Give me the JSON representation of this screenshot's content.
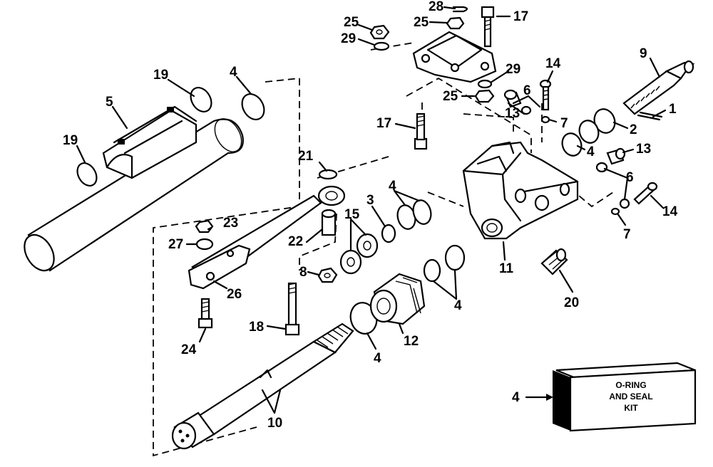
{
  "callouts": [
    {
      "id": "c28",
      "text": "28"
    },
    {
      "id": "c17a",
      "text": "17"
    },
    {
      "id": "c25a",
      "text": "25"
    },
    {
      "id": "c25b",
      "text": "25"
    },
    {
      "id": "c29a",
      "text": "29"
    },
    {
      "id": "c9",
      "text": "9"
    },
    {
      "id": "c14a",
      "text": "14"
    },
    {
      "id": "c19a",
      "text": "19"
    },
    {
      "id": "c4a",
      "text": "4"
    },
    {
      "id": "c29b",
      "text": "29"
    },
    {
      "id": "c6a",
      "text": "6"
    },
    {
      "id": "c25c",
      "text": "25"
    },
    {
      "id": "c13a",
      "text": "13"
    },
    {
      "id": "c1",
      "text": "1"
    },
    {
      "id": "c5",
      "text": "5"
    },
    {
      "id": "c17b",
      "text": "17"
    },
    {
      "id": "c7a",
      "text": "7"
    },
    {
      "id": "c2",
      "text": "2"
    },
    {
      "id": "c19b",
      "text": "19"
    },
    {
      "id": "c4b",
      "text": "4"
    },
    {
      "id": "c13b",
      "text": "13"
    },
    {
      "id": "c21",
      "text": "21"
    },
    {
      "id": "c6b",
      "text": "6"
    },
    {
      "id": "c4c",
      "text": "4"
    },
    {
      "id": "c3",
      "text": "3"
    },
    {
      "id": "c14b",
      "text": "14"
    },
    {
      "id": "c15",
      "text": "15"
    },
    {
      "id": "c23",
      "text": "23"
    },
    {
      "id": "c27",
      "text": "27"
    },
    {
      "id": "c22",
      "text": "22"
    },
    {
      "id": "c7b",
      "text": "7"
    },
    {
      "id": "c11",
      "text": "11"
    },
    {
      "id": "c8",
      "text": "8"
    },
    {
      "id": "c26",
      "text": "26"
    },
    {
      "id": "c20",
      "text": "20"
    },
    {
      "id": "c4d",
      "text": "4"
    },
    {
      "id": "c18",
      "text": "18"
    },
    {
      "id": "c12",
      "text": "12"
    },
    {
      "id": "c24",
      "text": "24"
    },
    {
      "id": "c4e",
      "text": "4"
    },
    {
      "id": "c10",
      "text": "10"
    },
    {
      "id": "c4f",
      "text": "4"
    }
  ],
  "kit_box": {
    "lines": [
      "O-RING",
      "AND SEAL",
      "KIT"
    ]
  },
  "colors": {
    "ink": "#000000",
    "paper": "#ffffff"
  }
}
